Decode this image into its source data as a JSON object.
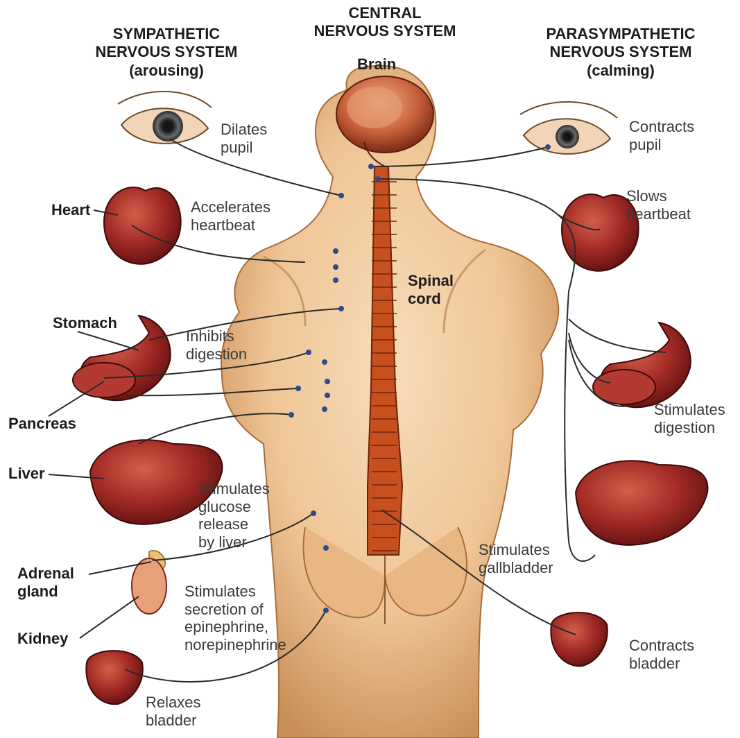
{
  "headers": {
    "sympathetic": {
      "title": "SYMPATHETIC\nNERVOUS SYSTEM",
      "sub": "(arousing)"
    },
    "central": {
      "title": "CENTRAL\nNERVOUS SYSTEM"
    },
    "parasympathetic": {
      "title": "PARASYMPATHETIC\nNERVOUS SYSTEM",
      "sub": "(calming)"
    }
  },
  "structures": {
    "brain": "Brain",
    "spinal_cord": "Spinal\ncord",
    "heart": "Heart",
    "stomach": "Stomach",
    "pancreas": "Pancreas",
    "liver": "Liver",
    "adrenal_gland": "Adrenal\ngland",
    "kidney": "Kidney"
  },
  "sympathetic_effects": {
    "pupil": "Dilates\npupil",
    "heart": "Accelerates\nheartbeat",
    "digestion": "Inhibits\ndigestion",
    "glucose": "Stimulates\nglucose\nrelease\nby liver",
    "adrenal": "Stimulates\nsecretion of\nepinephrine,\nnorepinephrine",
    "bladder": "Relaxes\nbladder"
  },
  "parasympathetic_effects": {
    "pupil": "Contracts\npupil",
    "heart": "Slows\nheartbeat",
    "digestion": "Stimulates\ndigestion",
    "gallbladder": "Stimulates\ngallbladder",
    "bladder": "Contracts\nbladder"
  },
  "colors": {
    "body_skin": "#efc596",
    "body_shadow": "#c98f58",
    "spine": "#c8501e",
    "organ": "#8e1c1c",
    "organ_light": "#c44a3a",
    "nerve": "#2a2a2a",
    "node": "#2d4a8a"
  }
}
